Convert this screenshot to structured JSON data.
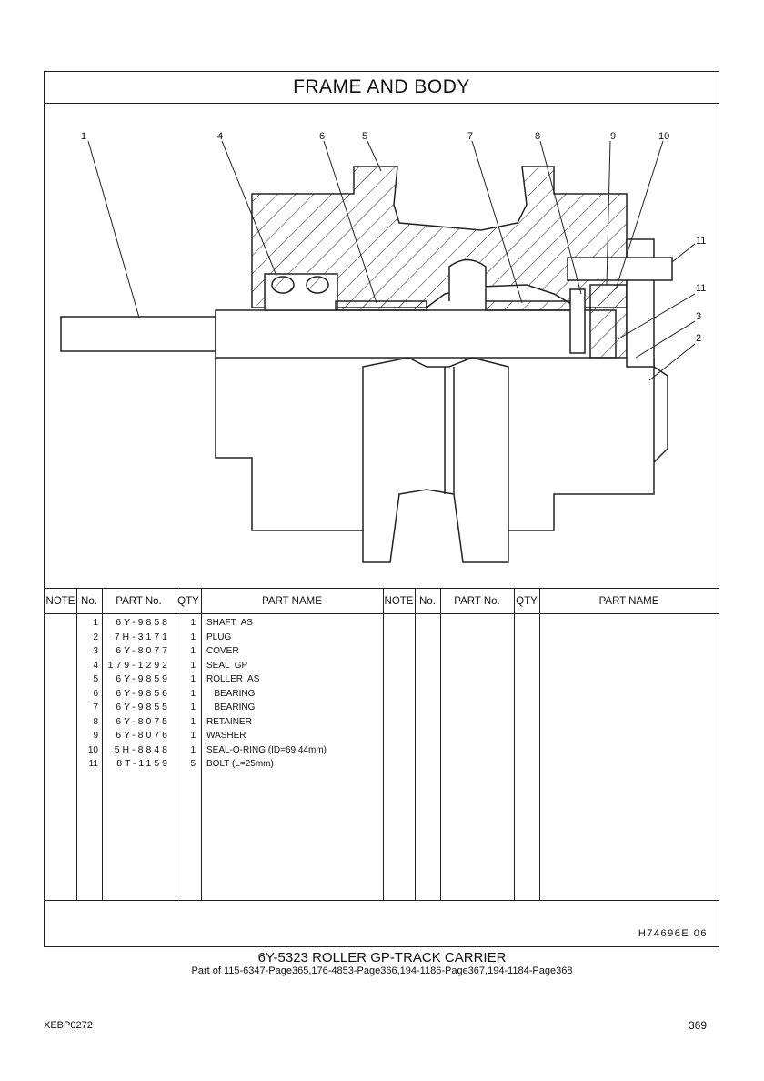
{
  "title": "FRAME  AND  BODY",
  "callouts": {
    "c1": "1",
    "c4": "4",
    "c6": "6",
    "c5": "5",
    "c7": "7",
    "c8": "8",
    "c9": "9",
    "c10": "10",
    "c11a": "11",
    "c11b": "11",
    "c3": "3",
    "c2": "2"
  },
  "table": {
    "headers": {
      "note": "NOTE",
      "no": "No.",
      "part_no": "PART No.",
      "qty": "QTY",
      "part_name": "PART NAME"
    },
    "rows": [
      {
        "no": "1",
        "part_no": "6Y-9858",
        "qty": "1",
        "name": "SHAFT  AS"
      },
      {
        "no": "2",
        "part_no": "7H-3171",
        "qty": "1",
        "name": "PLUG"
      },
      {
        "no": "3",
        "part_no": "6Y-8077",
        "qty": "1",
        "name": "COVER"
      },
      {
        "no": "4",
        "part_no": "179-1292",
        "qty": "1",
        "name": "SEAL  GP"
      },
      {
        "no": "5",
        "part_no": "6Y-9859",
        "qty": "1",
        "name": "ROLLER  AS"
      },
      {
        "no": "6",
        "part_no": "6Y-9856",
        "qty": "1",
        "name": "   BEARING"
      },
      {
        "no": "7",
        "part_no": "6Y-9855",
        "qty": "1",
        "name": "   BEARING"
      },
      {
        "no": "8",
        "part_no": "6Y-8075",
        "qty": "1",
        "name": "RETAINER"
      },
      {
        "no": "9",
        "part_no": "6Y-8076",
        "qty": "1",
        "name": "WASHER"
      },
      {
        "no": "10",
        "part_no": "5H-8848",
        "qty": "1",
        "name": "SEAL-O-RING (ID=69.44mm)"
      },
      {
        "no": "11",
        "part_no": "8T-1159",
        "qty": "5",
        "name": "BOLT (L=25mm)"
      }
    ]
  },
  "footer": {
    "ref": "H74696E    06"
  },
  "caption": {
    "title": "6Y-5323   ROLLER  GP-TRACK  CARRIER",
    "subtitle": "Part of 115-6347-Page365,176-4853-Page366,194-1186-Page367,194-1184-Page368"
  },
  "page_code": "XEBP0272",
  "page_number": "369"
}
